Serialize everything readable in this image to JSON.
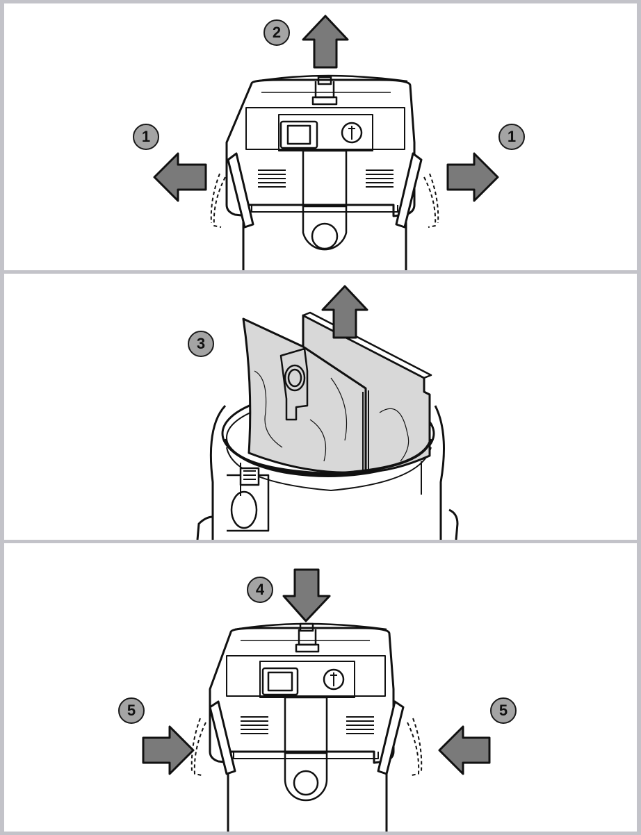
{
  "steps": {
    "s1_left": "1",
    "s1_right": "1",
    "s2": "2",
    "s3": "3",
    "s4": "4",
    "s5_left": "5",
    "s5_right": "5"
  },
  "colors": {
    "arrow_fill": "#7a7a7a",
    "badge_fill": "#a4a4a4",
    "frame": "#c3c3c9",
    "bag_fill": "#d8d8d8",
    "line": "#111111"
  },
  "icons": {
    "move_out": "arrow-out-icon",
    "move_up": "arrow-up-icon",
    "move_down": "arrow-down-icon",
    "move_in": "arrow-in-icon"
  }
}
